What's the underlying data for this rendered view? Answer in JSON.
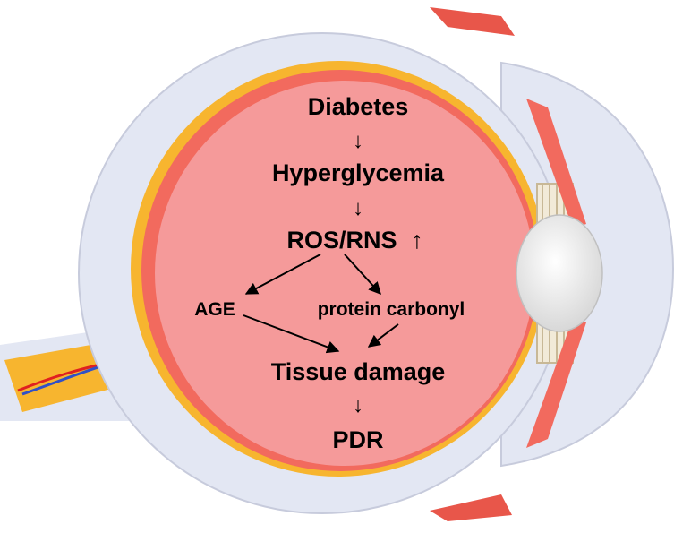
{
  "diagram": {
    "steps": {
      "diabetes": "Diabetes",
      "hyperglycemia": "Hyperglycemia",
      "ros_rns": "ROS/RNS",
      "up_arrow": "↑",
      "age": "AGE",
      "protein_carbonyl": "protein carbonyl",
      "tissue_damage": "Tissue damage",
      "pdr": "PDR"
    },
    "down_arrow": "↓"
  },
  "colors": {
    "vitreous": "#f59a9a",
    "retina": "#f26a5e",
    "choroid": "#f7b52f",
    "sclera": "#e3e7f3",
    "lens": "#f4f4f4",
    "artery": "#e02020",
    "vein": "#3050c8",
    "arrow": "#000000"
  }
}
